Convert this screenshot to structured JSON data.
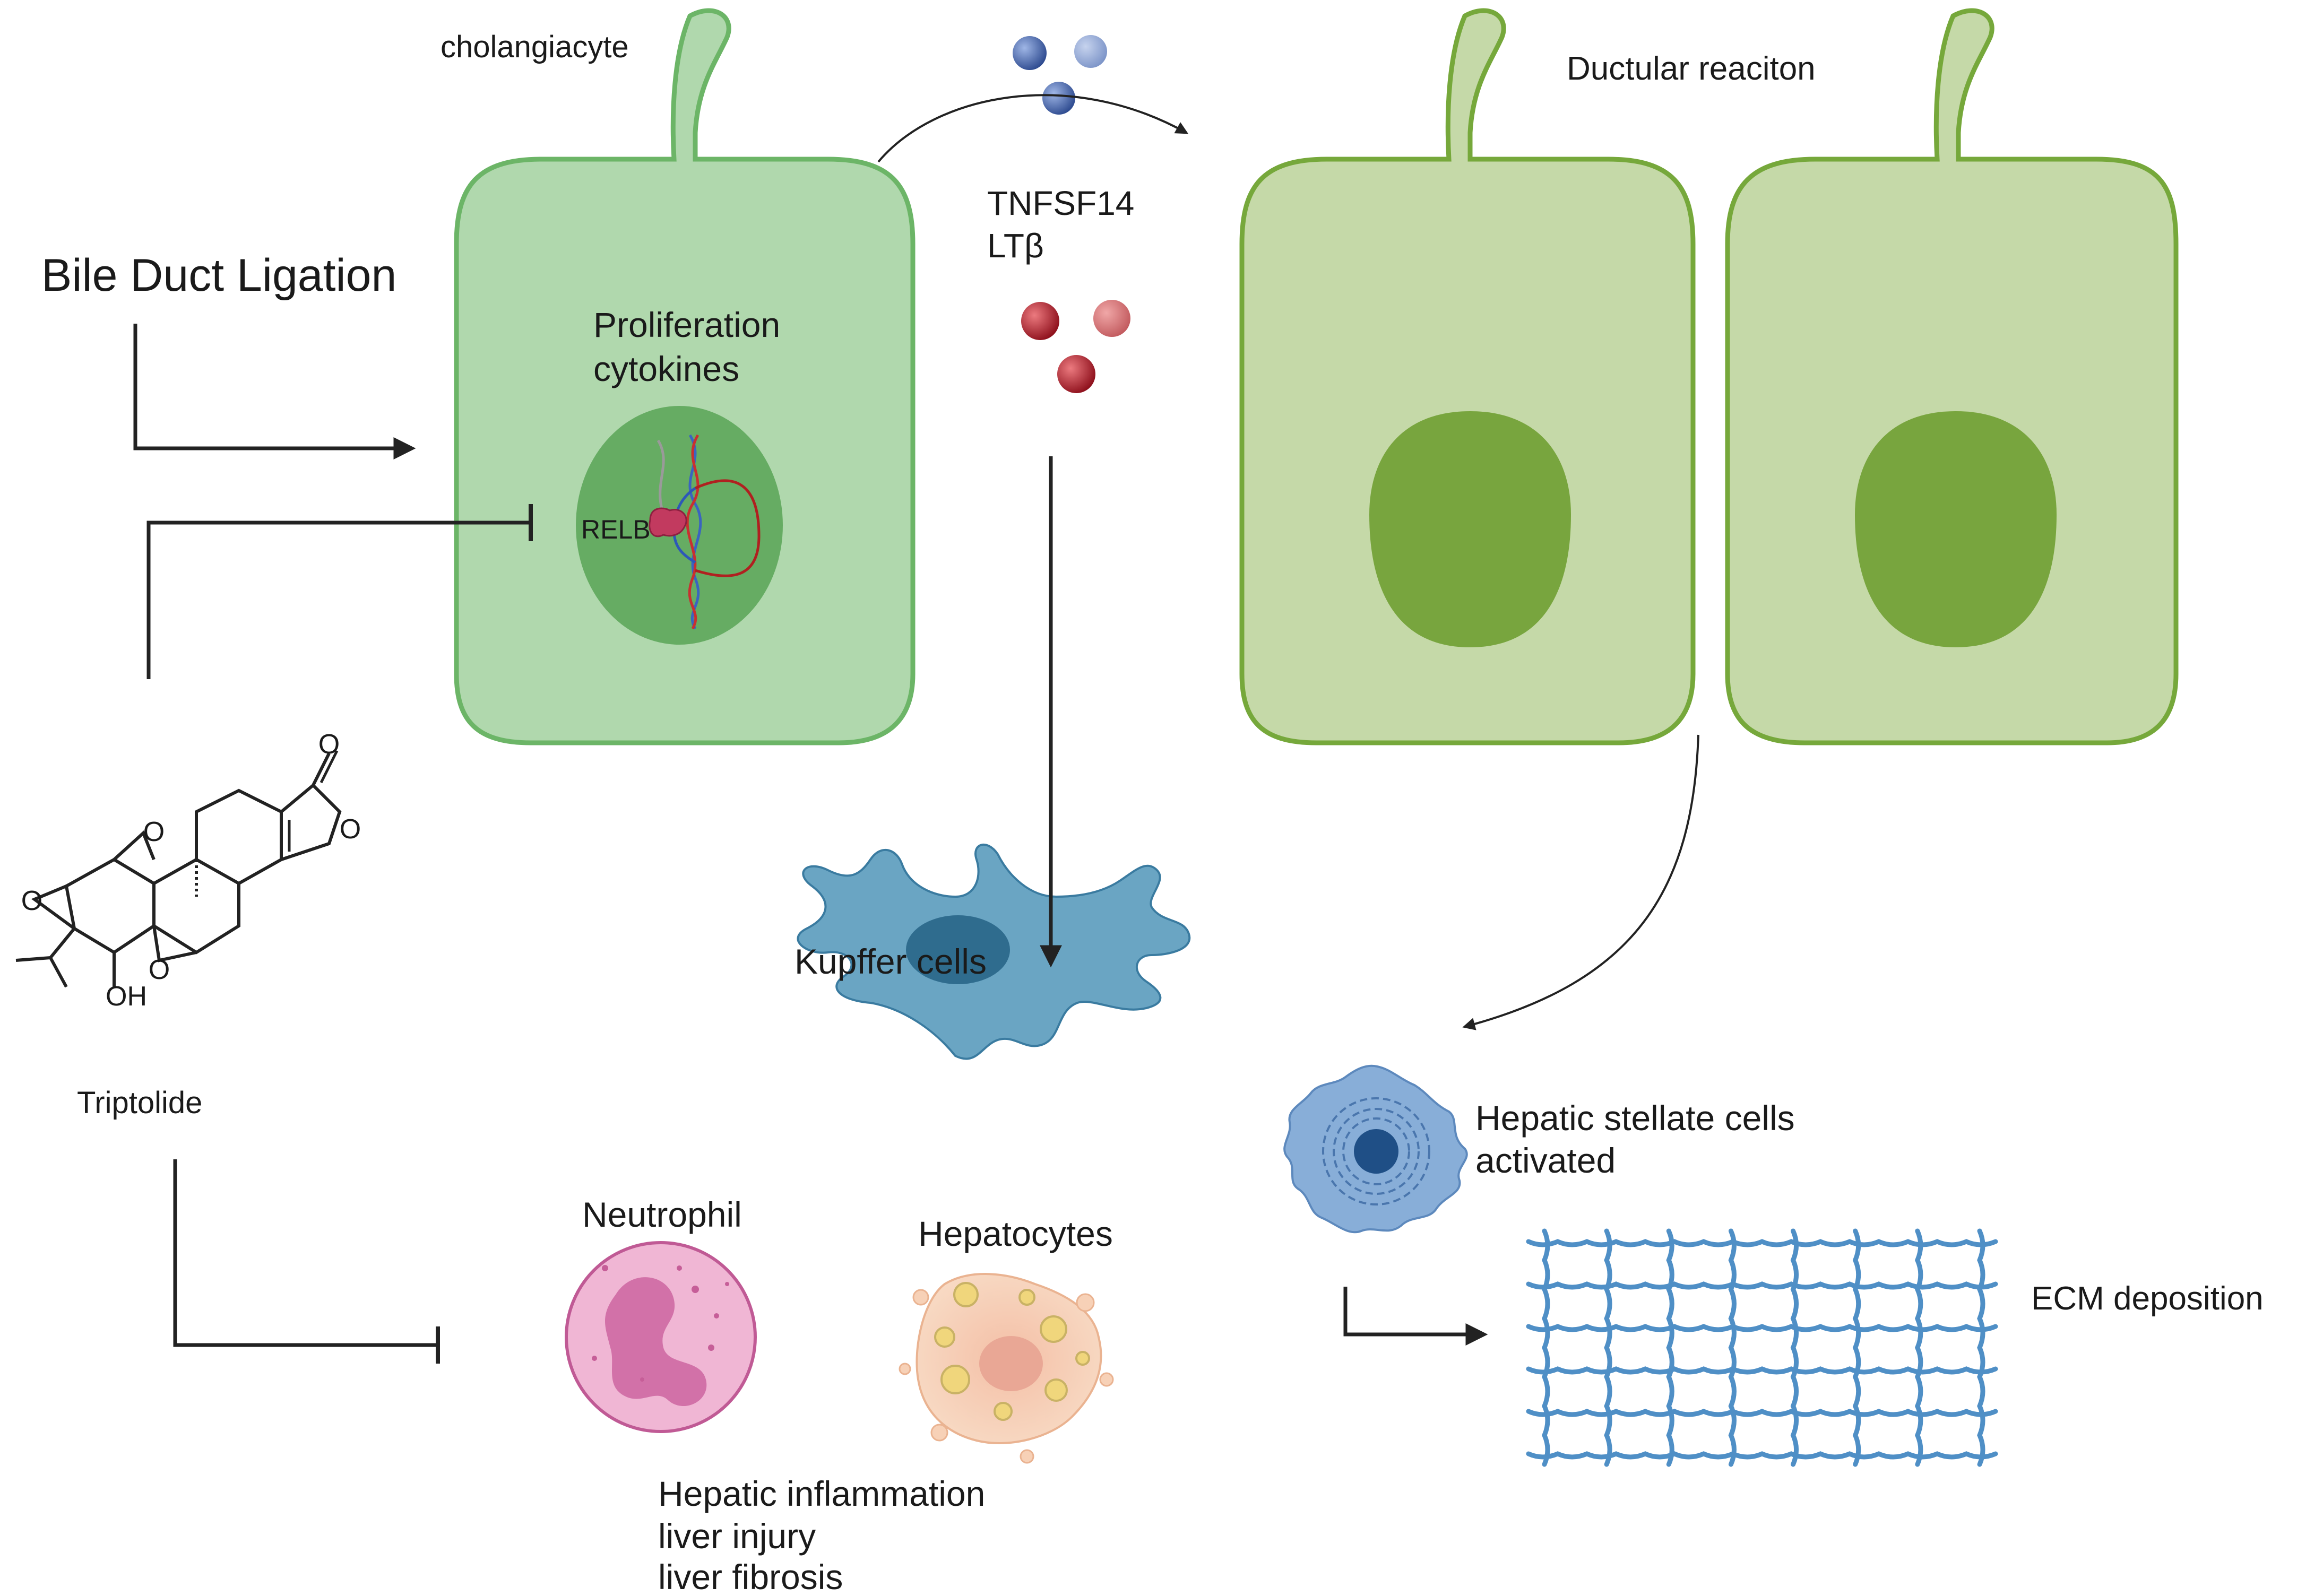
{
  "labels": {
    "cholangiocyte": "cholangiacyte",
    "bile_duct_ligation": "Bile Duct Ligation",
    "proliferation_line1": "Proliferation",
    "proliferation_line2": "cytokines",
    "relb": "RELB",
    "tnfsf14": "TNFSF14",
    "ltb": "LTβ",
    "ductular_reaction": "Ductular reaciton",
    "kupffer": "Kupffer cells",
    "neutrophil": "Neutrophil",
    "hepatocytes": "Hepatocytes",
    "stellate_line1": "Hepatic stellate cells",
    "stellate_line2": "activated",
    "ecm": "ECM deposition",
    "triptolide": "Triptolide",
    "outcome_line1": "Hepatic inflammation",
    "outcome_line2": "liver injury",
    "outcome_line3": "liver fibrosis"
  },
  "molecule_atoms": {
    "carbonyl_o": "O",
    "lactone_o": "O",
    "epoxide_o_top": "O",
    "epoxide_o_left": "O",
    "epoxide_o_bottom": "O",
    "hydroxyl": "OH"
  },
  "colors": {
    "cholangiocyte_fill": "#b0d8ad",
    "cholangiocyte_stroke": "#6cb567",
    "nucleus_fill": "#66ac63",
    "ductular_fill": "#c5d9a8",
    "ductular_stroke": "#76a83b",
    "ductular_nucleus": "#78a53e",
    "kupffer_fill": "#6aa5c3",
    "kupffer_nucleus": "#2f6c8e",
    "neutrophil_fill": "#f0b6d4",
    "neutrophil_nucleus": "#d271a8",
    "hepatocyte_fill": "#f7d1b7",
    "stellate_fill": "#88aed8",
    "ecm_stroke": "#4f8fc6",
    "blue_molecule": "#3f5da4",
    "red_molecule": "#b7212c",
    "arrow": "#222222"
  }
}
